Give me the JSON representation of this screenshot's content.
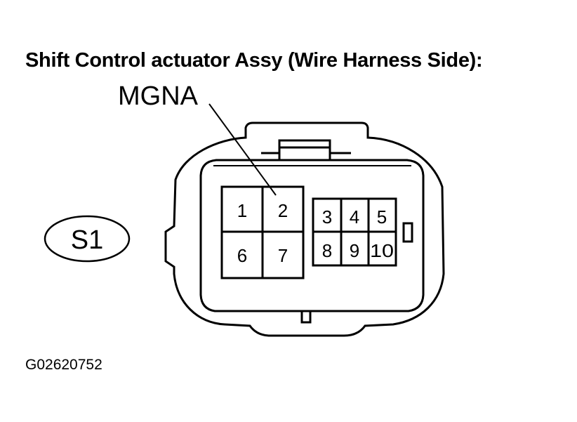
{
  "title": "Shift Control actuator Assy (Wire Harness Side):",
  "callout_label": "MGNA",
  "connector_code": "S1",
  "figure_code": "G02620752",
  "pins_left": [
    "1",
    "2",
    "6",
    "7"
  ],
  "pins_right": [
    "3",
    "4",
    "5",
    "8",
    "9",
    "10"
  ],
  "colors": {
    "line": "#000000",
    "background": "#ffffff"
  }
}
